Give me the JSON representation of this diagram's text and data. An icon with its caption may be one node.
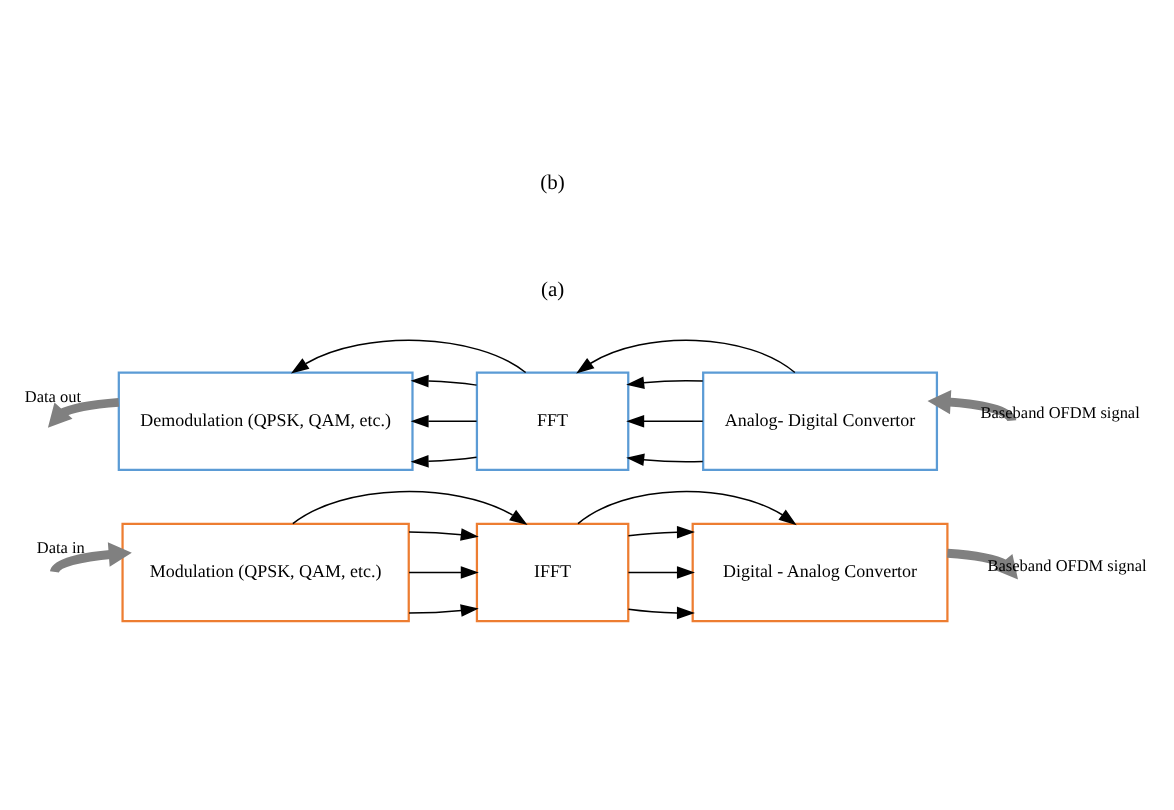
{
  "diagram": {
    "nodes": [
      {
        "text": [
          "Modulation (QPSK, QAM, etc.)"
        ]
      },
      {
        "text": [
          "IFFT"
        ]
      },
      {
        "text": [
          "Digital - Analog Convertor"
        ]
      },
      {
        "text": [
          "Demodulation (QPSK, QAM, etc.)"
        ]
      },
      {
        "text": [
          "FFT"
        ]
      },
      {
        "text": [
          "Analog- Digital Convertor"
        ]
      }
    ],
    "edges": [
      {
        "from": null,
        "to": 0,
        "arrow": "to",
        "label": "Data in",
        "style": "thick",
        "color": "#808080"
      },
      {
        "from": 0,
        "to": 1,
        "arrow": "to"
      },
      {
        "from": 0,
        "to": 1,
        "arrow": "to"
      },
      {
        "from": 0,
        "to": 1,
        "arrow": "to"
      },
      {
        "from": 0,
        "to": 1,
        "arrow": "to"
      },
      {
        "from": 1,
        "to": 2,
        "arrow": "to"
      },
      {
        "from": 1,
        "to": 2,
        "arrow": "to"
      },
      {
        "from": 1,
        "to": 2,
        "arrow": "to"
      },
      {
        "from": 1,
        "to": 2,
        "arrow": "to"
      },
      {
        "from": 2,
        "to": null,
        "arrow": "to",
        "label": "Baseband OFDM signal",
        "style": "thick",
        "color": "#808080"
      },
      {
        "from": null,
        "to": 5,
        "arrow": "to",
        "label": "Baseband OFDM signal",
        "style": "thick",
        "color": "#808080"
      },
      {
        "from": 5,
        "to": 4,
        "arrow": "to"
      },
      {
        "from": 5,
        "to": 4,
        "arrow": "to"
      },
      {
        "from": 5,
        "to": 4,
        "arrow": "to"
      },
      {
        "from": 5,
        "to": 4,
        "arrow": "to"
      },
      {
        "from": 4,
        "to": 3,
        "arrow": "to"
      },
      {
        "from": 4,
        "to": 3,
        "arrow": "to"
      },
      {
        "from": 4,
        "to": 3,
        "arrow": "to"
      },
      {
        "from": 4,
        "to": 3,
        "arrow": "to"
      },
      {
        "from": 3,
        "to": null,
        "arrow": "to",
        "label": "Data out",
        "style": "thick",
        "color": "#808080"
      }
    ],
    "labels": [
      "(a)",
      "(b)"
    ]
  }
}
